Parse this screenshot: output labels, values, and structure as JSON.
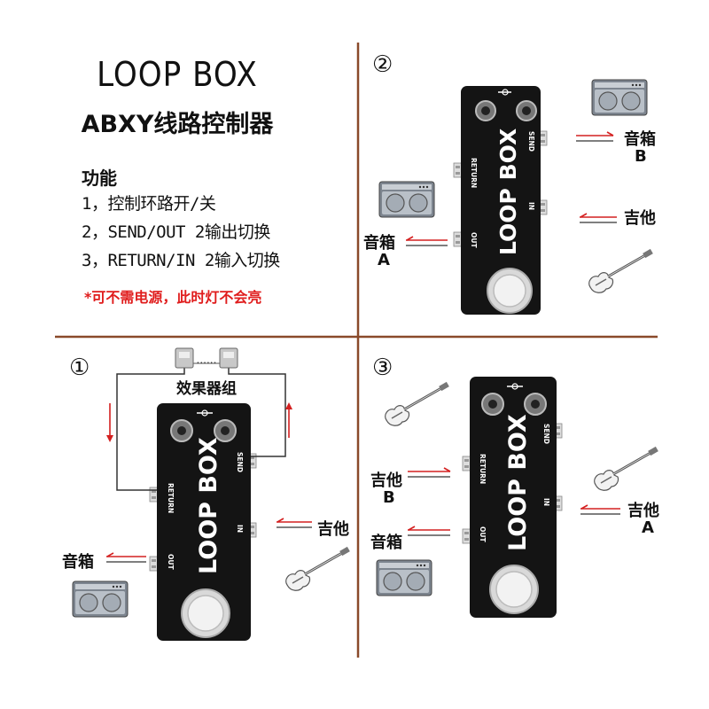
{
  "title": "LOOP BOX",
  "subtitle": "ABXY线路控制器",
  "features": {
    "heading": "功能",
    "items": [
      "1，控制环路开/关",
      "2，SEND/OUT 2输出切换",
      "3，RETURN/IN 2输入切换"
    ]
  },
  "note": "*可不需电源，此时灯不会亮",
  "pedal": {
    "name": "LOOP BOX",
    "jacks": {
      "send": "SEND",
      "in": "IN",
      "return": "RETURN",
      "out": "OUT"
    }
  },
  "panels": {
    "p1": {
      "marker": "①",
      "effects_label": "效果器组",
      "dots": "......",
      "amp": "音箱",
      "guitar": "吉他"
    },
    "p2": {
      "marker": "②",
      "amp_b": "音箱",
      "amp_b_tag": "B",
      "amp_a": "音箱",
      "amp_a_tag": "A",
      "guitar": "吉他"
    },
    "p3": {
      "marker": "③",
      "guitar_b": "吉他",
      "guitar_b_tag": "B",
      "amp": "音箱",
      "guitar_a": "吉他",
      "guitar_a_tag": "A"
    }
  },
  "colors": {
    "divider": "#8a4a2a",
    "arrow": "#d42020",
    "pedal_body": "#141414",
    "amp_panel": "#9aa3ad"
  }
}
